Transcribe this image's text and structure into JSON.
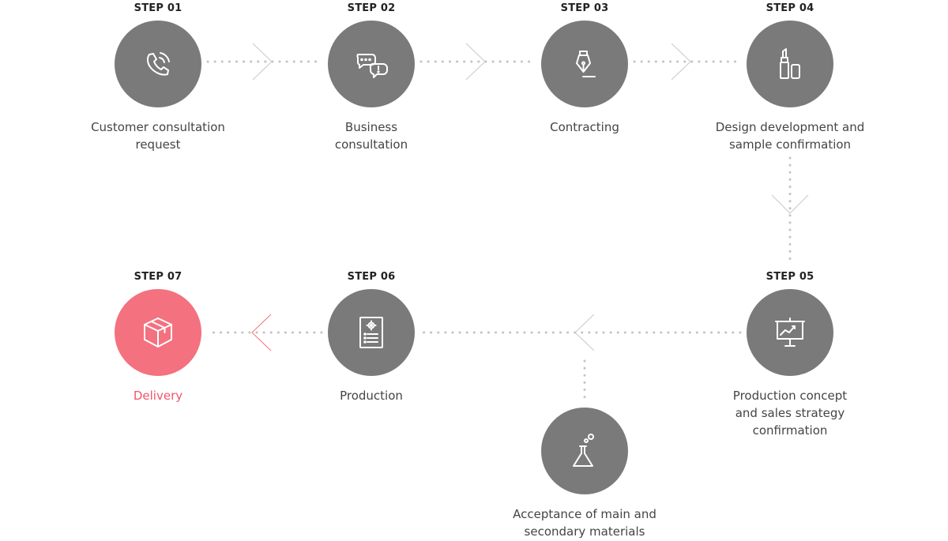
{
  "colors": {
    "node": "#7a7a7a",
    "accent": "#f4717f",
    "connector": "#c4c4c4",
    "text": "#444444"
  },
  "steps": {
    "s1": {
      "label": "STEP 01",
      "icon": "phone-call-icon",
      "caption": [
        "Customer consultation",
        "request"
      ]
    },
    "s2": {
      "label": "STEP 02",
      "icon": "chat-bubbles-icon",
      "caption": [
        "Business",
        "consultation"
      ]
    },
    "s3": {
      "label": "STEP 03",
      "icon": "fountain-pen-icon",
      "caption": [
        "Contracting"
      ]
    },
    "s4": {
      "label": "STEP 04",
      "icon": "lipstick-icon",
      "caption": [
        "Design development and",
        "sample confirmation"
      ]
    },
    "s5": {
      "label": "STEP 05",
      "icon": "presentation-chart-icon",
      "caption": [
        "Production concept",
        "and sales strategy",
        "confirmation"
      ]
    },
    "s6": {
      "label": "STEP 06",
      "icon": "document-gear-icon",
      "caption": [
        "Production"
      ]
    },
    "s7": {
      "label": "STEP 07",
      "icon": "box-icon",
      "caption": [
        "Delivery"
      ]
    },
    "sub": {
      "icon": "flask-icon",
      "caption": [
        "Acceptance of main and",
        "secondary materials"
      ]
    }
  }
}
